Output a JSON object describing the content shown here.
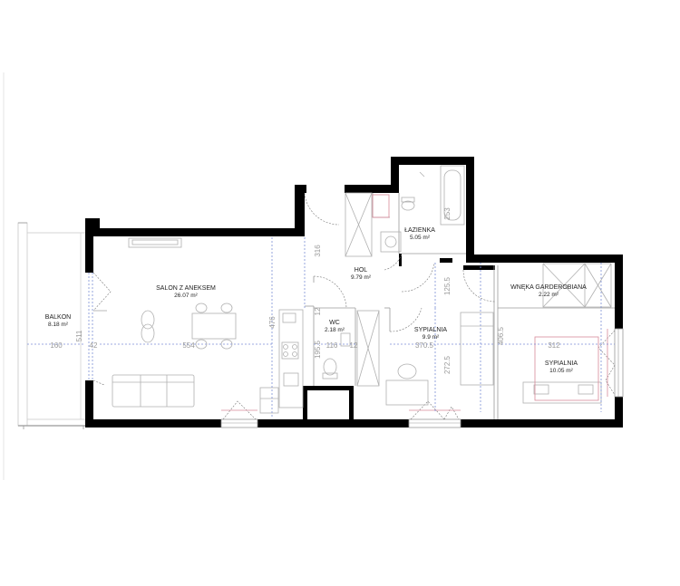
{
  "rooms": {
    "balkon": {
      "name": "BALKON",
      "area": "8.18 m²"
    },
    "salon": {
      "name": "SALON Z ANEKSEM",
      "area": "26.07 m²"
    },
    "hol": {
      "name": "HOL",
      "area": "9.79 m²"
    },
    "lazienka": {
      "name": "ŁAZIENKA",
      "area": "5.05 m²"
    },
    "wc": {
      "name": "WC",
      "area": "2.18 m²"
    },
    "sypialnia1": {
      "name": "SYPIALNIA",
      "area": "9.9 m²"
    },
    "wneka": {
      "name": "WNĘKA GARDEROBIANA",
      "area": "2.22 m²"
    },
    "sypialnia2": {
      "name": "SYPIALNIA",
      "area": "10.05 m²"
    }
  },
  "dimensions": {
    "d511": "511",
    "d160": "160",
    "d42": "42",
    "d554": "554",
    "d476": "476",
    "d316": "316",
    "d253": "253",
    "d12a": "12",
    "d12b": "12",
    "d116": "116",
    "d195": "195.5",
    "d125": "125.5",
    "d370": "370.5",
    "d272": "272.5",
    "d406": "406.5",
    "d312": "312"
  }
}
